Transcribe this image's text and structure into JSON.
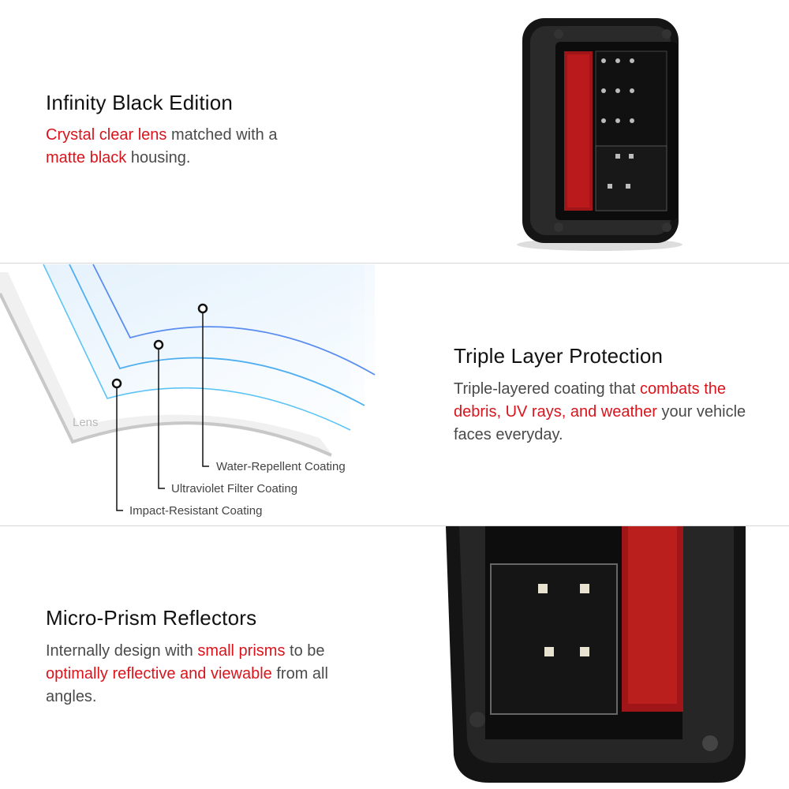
{
  "sections": [
    {
      "title": "Infinity Black Edition",
      "body": [
        {
          "text": "Crystal clear lens",
          "highlight": true
        },
        {
          "text": " matched with a ",
          "highlight": false
        },
        {
          "text": "matte black",
          "highlight": true
        },
        {
          "text": " housing.",
          "highlight": false
        }
      ]
    },
    {
      "title": "Triple Layer Protection",
      "body": [
        {
          "text": "Triple-layered coating that ",
          "highlight": false
        },
        {
          "text": "combats the debris, UV rays, and weather",
          "highlight": true
        },
        {
          "text": " your vehicle faces everyday.",
          "highlight": false
        }
      ],
      "diagram": {
        "lens_label": "Lens",
        "layers": [
          "Water-Repellent Coating",
          "Ultraviolet Filter Coating",
          "Impact-Resistant Coating"
        ]
      }
    },
    {
      "title": "Micro-Prism Reflectors",
      "body": [
        {
          "text": "Internally design with ",
          "highlight": false
        },
        {
          "text": "small prisms",
          "highlight": true
        },
        {
          "text": " to be ",
          "highlight": false
        },
        {
          "text": "optimally reflective and viewable",
          "highlight": true
        },
        {
          "text": " from all angles.",
          "highlight": false
        }
      ]
    }
  ],
  "colors": {
    "highlight": "#d9141c",
    "text": "#4a4a4a",
    "title": "#111111",
    "coating_blue": "#5b8def"
  }
}
